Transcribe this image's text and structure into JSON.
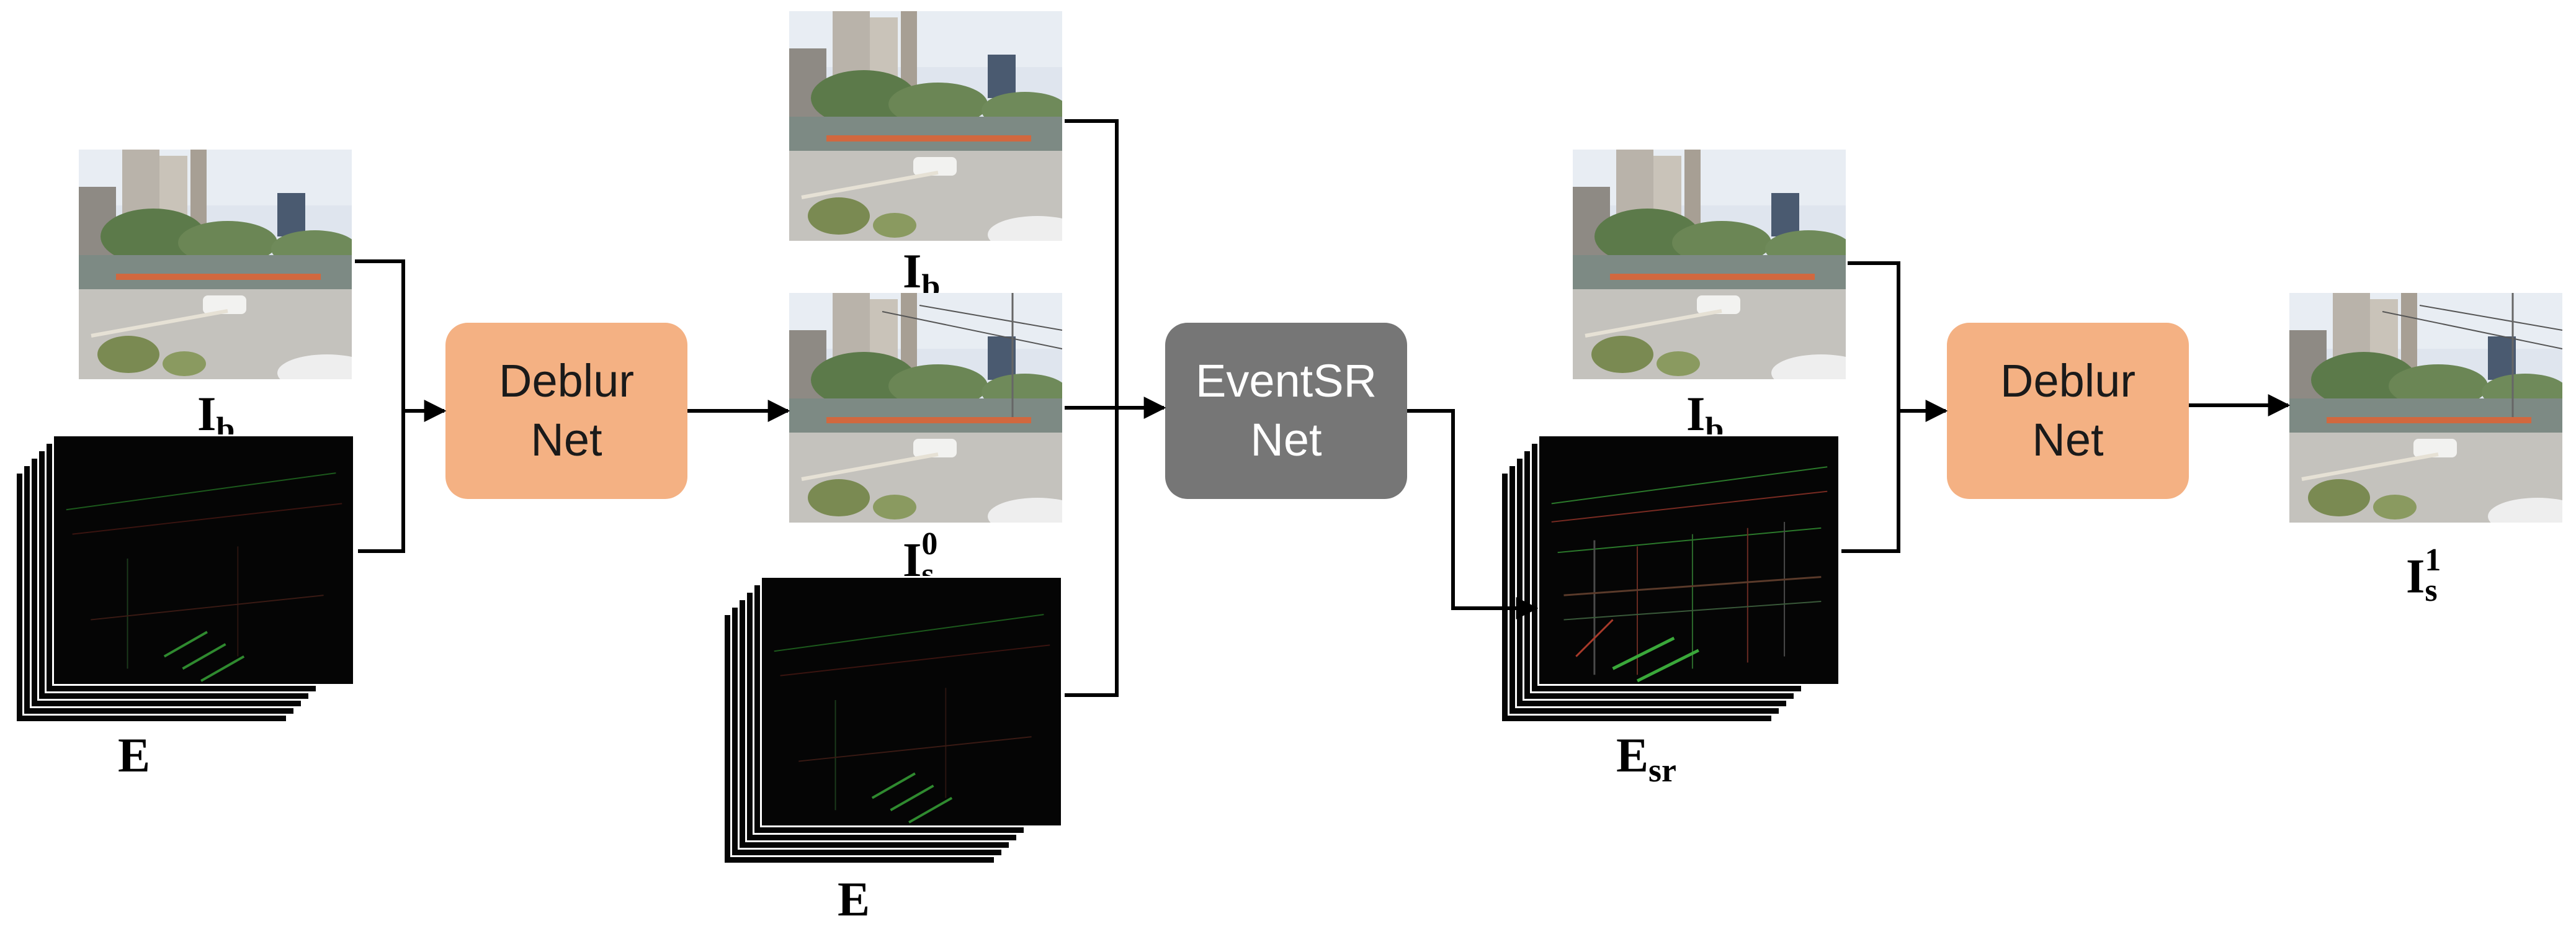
{
  "modules": {
    "deblur1": [
      "Deblur",
      "Net"
    ],
    "eventsr": [
      "EventSR",
      "Net"
    ],
    "deblur2": [
      "Deblur",
      "Net"
    ]
  },
  "labels": {
    "ib_1": {
      "base": "I",
      "sub": "b"
    },
    "e_1": {
      "base": "E"
    },
    "ib_2": {
      "base": "I",
      "sub": "b"
    },
    "is0": {
      "base": "I",
      "sub": "s",
      "sup": "0"
    },
    "e_2": {
      "base": "E"
    },
    "ib_3": {
      "base": "I",
      "sub": "b"
    },
    "esr": {
      "base": "E",
      "sub": "sr"
    },
    "is1": {
      "base": "I",
      "sub": "s",
      "sup": "1"
    }
  },
  "colors": {
    "deblur_fill": "#f4b183",
    "eventsr_fill": "#767676",
    "arrow": "#000000",
    "event_bg": "#050505"
  }
}
